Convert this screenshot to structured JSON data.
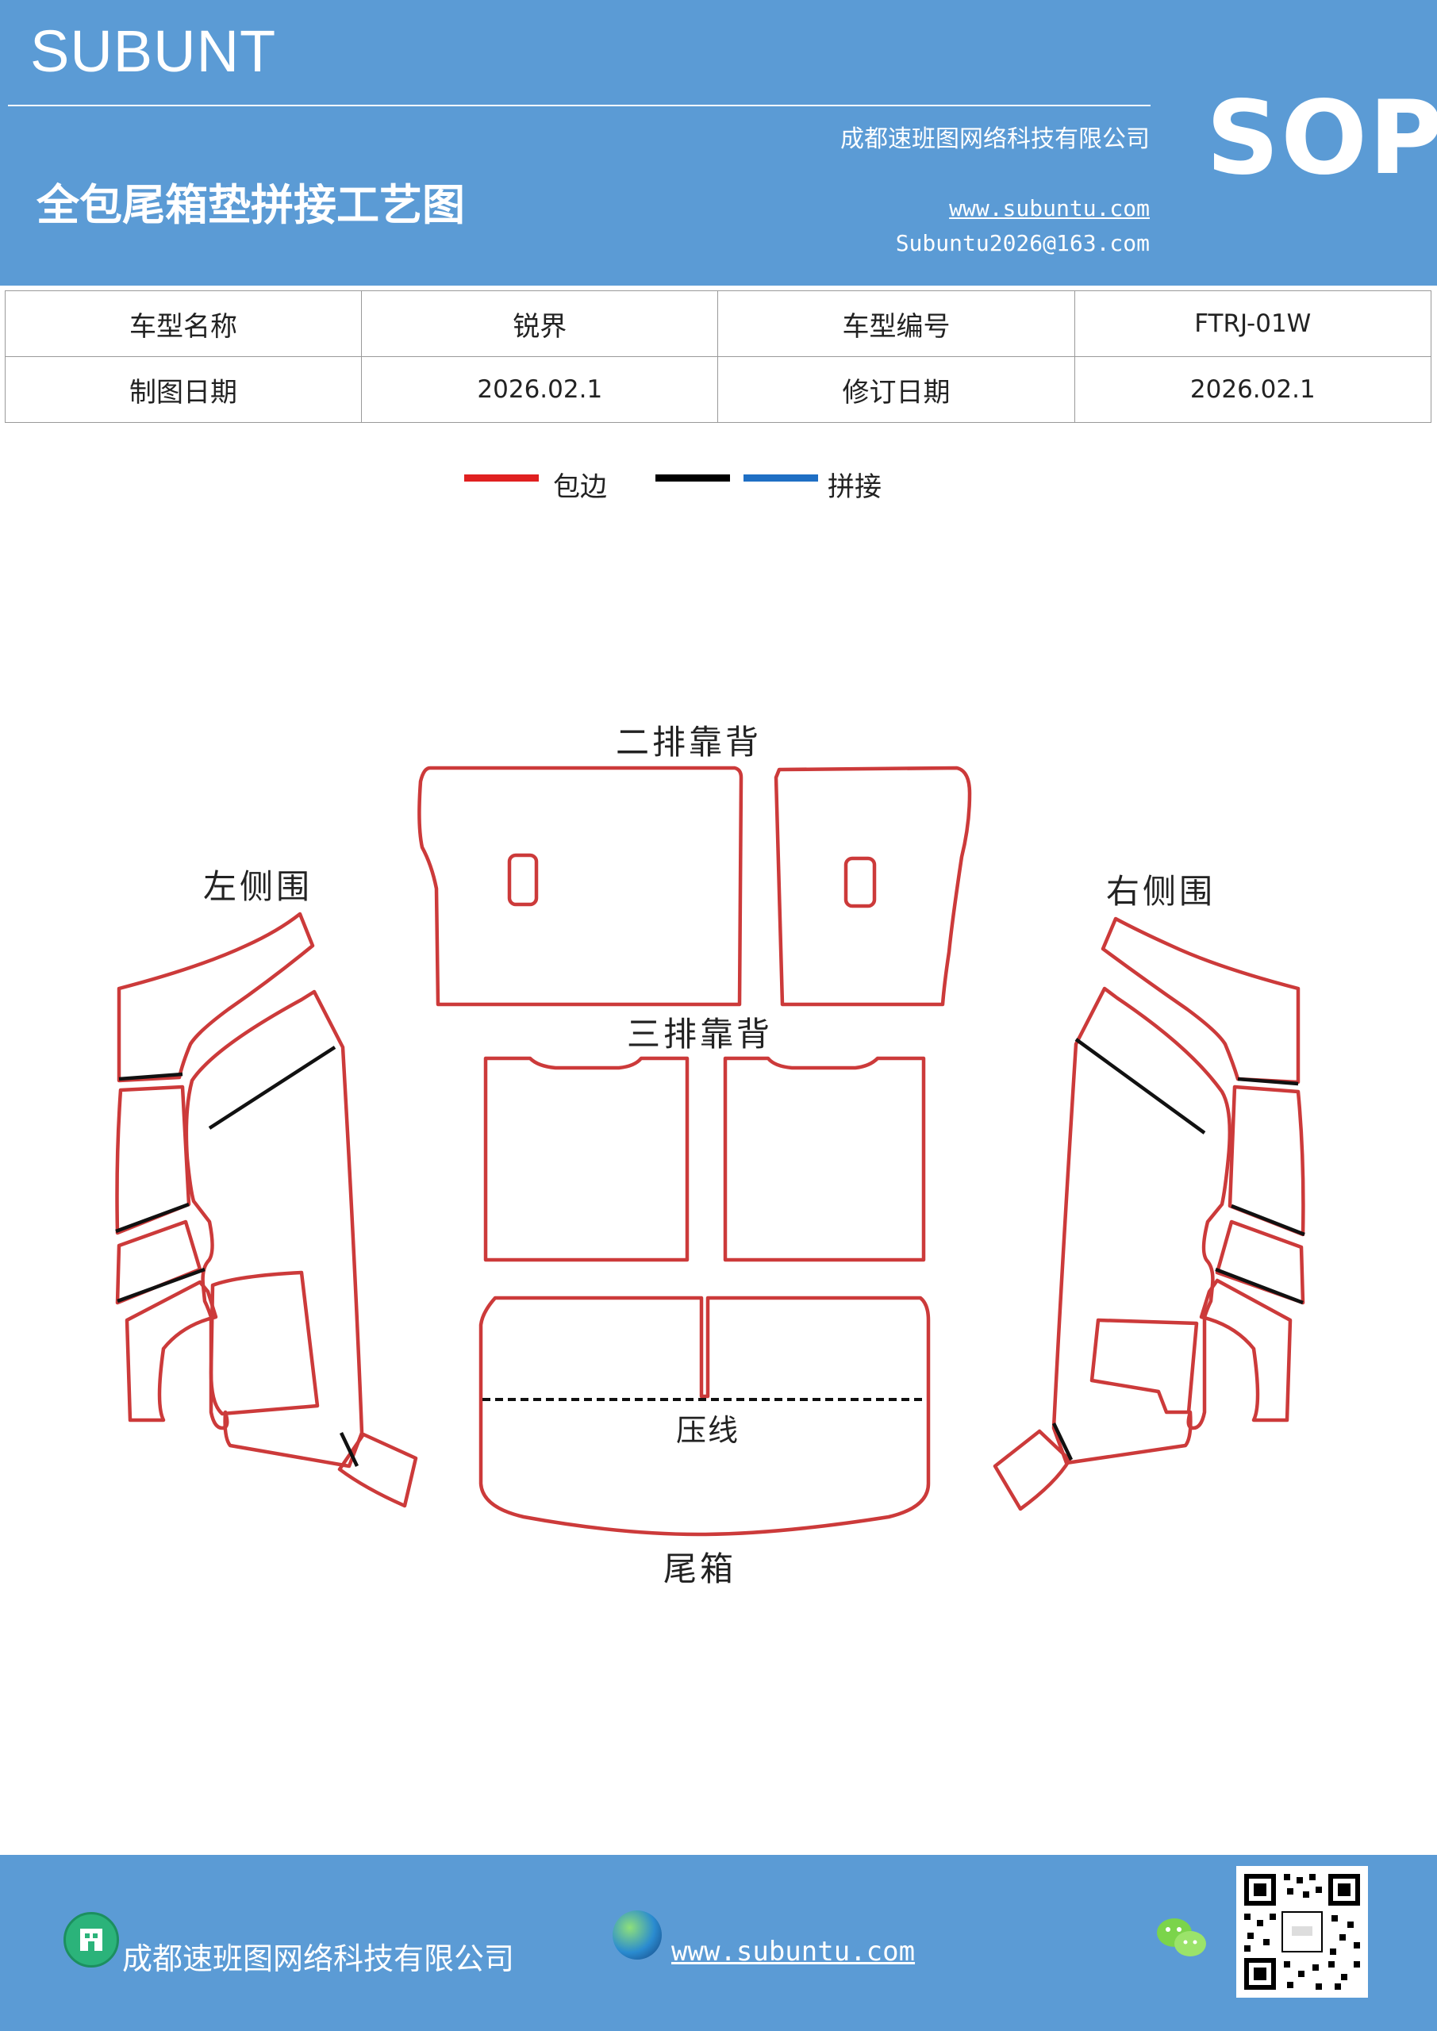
{
  "header": {
    "brand": "SUBUNT",
    "company": "成都速班图网络科技有限公司",
    "title": "全包尾箱垫拼接工艺图",
    "website": "www.subuntu.com",
    "email": "Subuntu2026@163.com",
    "badge": "SOP"
  },
  "info_table": {
    "rows": [
      [
        "车型名称",
        "锐界",
        "车型编号",
        "FTRJ-01W"
      ],
      [
        "制图日期",
        "2026.02.1",
        "修订日期",
        "2026.02.1"
      ]
    ]
  },
  "legend": {
    "items": [
      {
        "label": "包边",
        "color": "#e02020"
      },
      {
        "label": "",
        "color": "#000000"
      },
      {
        "label": "拼接",
        "color": "#1f6fc4"
      }
    ]
  },
  "diagram": {
    "second_row_back": "二排靠背",
    "third_row_back": "三排靠背",
    "left_side": "左侧围",
    "right_side": "右侧围",
    "crease": "压线",
    "trunk": "尾箱",
    "colors": {
      "edge": "#cc3a3a",
      "seam": "#111111"
    }
  },
  "footer": {
    "company": "成都速班图网络科技有限公司",
    "website": "www.subuntu.com"
  }
}
